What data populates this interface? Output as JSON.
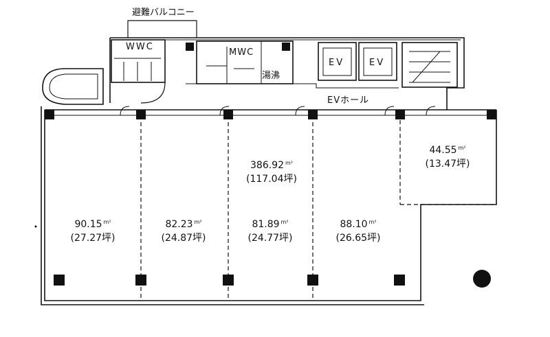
{
  "labels": {
    "balcony": "避難バルコニー",
    "wc_left": "WWC",
    "wc_right": "MWC",
    "kitchen": "湯沸",
    "ev1": "EV",
    "ev2": "EV",
    "ev_hall": "EVホール"
  },
  "rooms": {
    "total": {
      "area": "386.92",
      "unit": "m²",
      "tsubo": "(117.04坪)"
    },
    "r1": {
      "area": "90.15",
      "unit": "m²",
      "tsubo": "(27.27坪)"
    },
    "r2": {
      "area": "82.23",
      "unit": "m²",
      "tsubo": "(24.87坪)"
    },
    "r3": {
      "area": "81.89",
      "unit": "m²",
      "tsubo": "(24.77坪)"
    },
    "r4": {
      "area": "88.10",
      "unit": "m²",
      "tsubo": "(26.65坪)"
    },
    "r5": {
      "area": "44.55",
      "unit": "m²",
      "tsubo": "(13.47坪)"
    }
  }
}
